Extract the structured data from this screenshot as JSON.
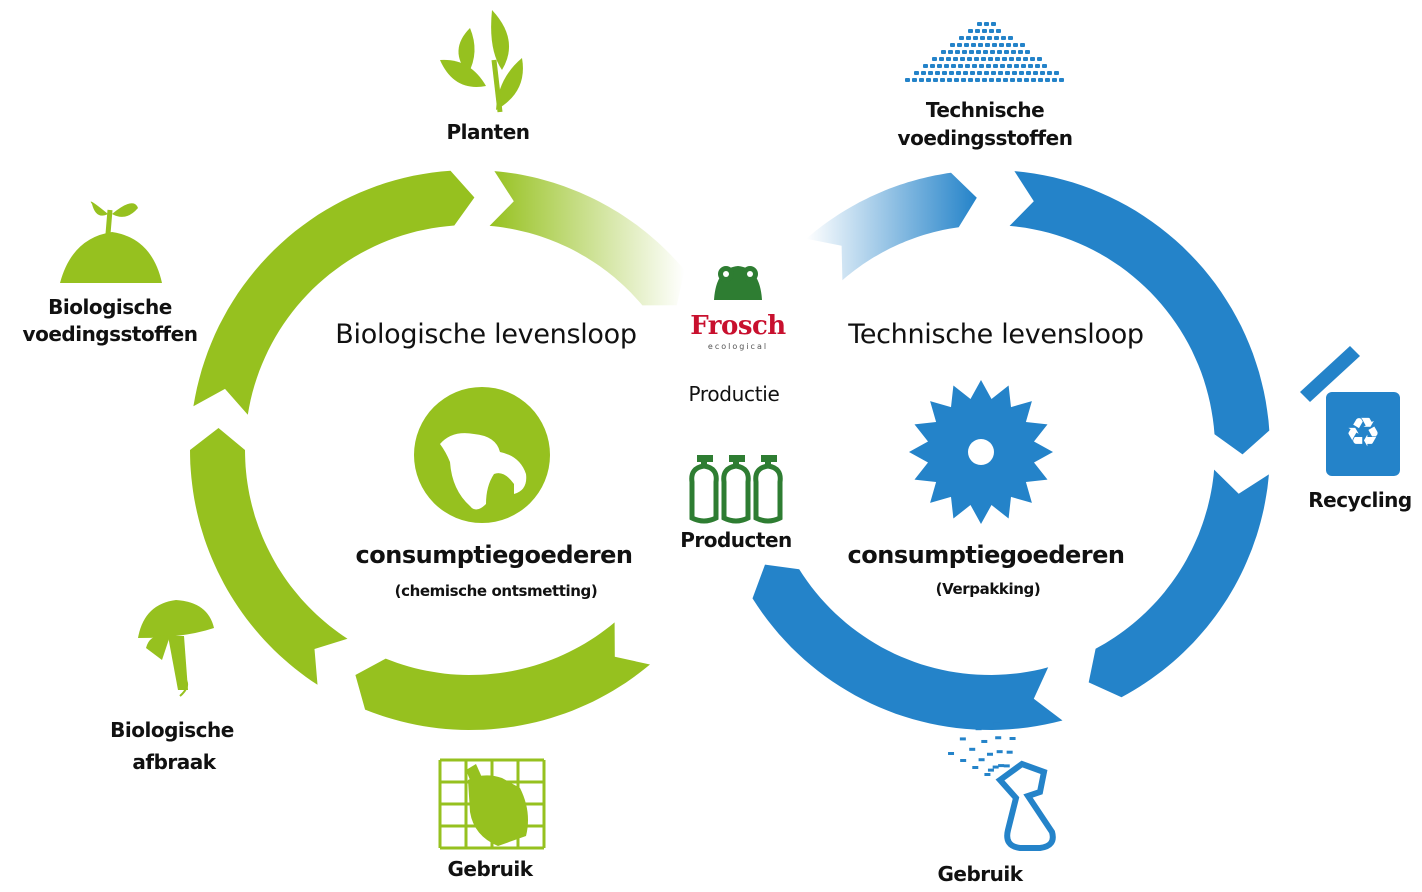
{
  "colors": {
    "bio_green": "#96c11f",
    "tech_blue": "#2483c9",
    "frosch_red": "#c8102e",
    "text": "#111111",
    "background": "#ffffff"
  },
  "brand": {
    "name": "Frosch",
    "tagline": "ecological"
  },
  "center": {
    "production": "Productie",
    "products": "Producten"
  },
  "biological": {
    "title": "Biologische levensloop",
    "goods": "consumptiegoederen",
    "goods_note": "(chemische ontsmetting)",
    "nodes": {
      "planten": "Planten",
      "voedingsstoffen_1": "Biologische",
      "voedingsstoffen_2": "voedingsstoffen",
      "afbraak_1": "Biologische",
      "afbraak_2": "afbraak",
      "gebruik": "Gebruik"
    }
  },
  "technical": {
    "title": "Technische levensloop",
    "goods": "consumptiegoederen",
    "goods_note": "(Verpakking)",
    "nodes": {
      "voedingsstoffen_1": "Technische",
      "voedingsstoffen_2": "voedingsstoffen",
      "recycling": "Recycling",
      "gebruik": "Gebruik"
    }
  },
  "icons": [
    "plant-icon",
    "sprout-icon",
    "mushroom-icon",
    "cleaning-glove-icon",
    "granules-icon",
    "recycling-bin-icon",
    "spray-bottle-icon",
    "drop-icon",
    "gear-icon",
    "frog-logo-icon",
    "bottles-icon"
  ]
}
